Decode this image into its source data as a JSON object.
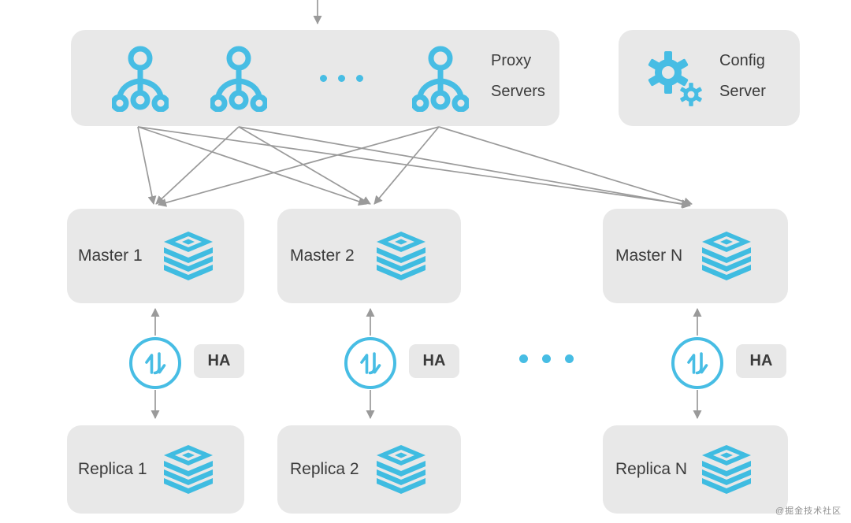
{
  "proxy_box": {
    "label": "Proxy Servers",
    "icon": "proxy-tree-icon",
    "visible_proxy_icons": 3,
    "ellipsis": "..."
  },
  "config_box": {
    "label": "Config Server",
    "icon": "gears-icon"
  },
  "masters": [
    {
      "label": "Master 1",
      "icon": "redis-stack-icon"
    },
    {
      "label": "Master 2",
      "icon": "redis-stack-icon"
    },
    {
      "label": "Master N",
      "icon": "redis-stack-icon"
    }
  ],
  "ha_nodes": [
    {
      "label": "HA",
      "icon": "sync-arrows-icon"
    },
    {
      "label": "HA",
      "icon": "sync-arrows-icon"
    },
    {
      "label": "HA",
      "icon": "sync-arrows-icon"
    }
  ],
  "ha_row_ellipsis": "...",
  "replicas": [
    {
      "label": "Replica 1",
      "icon": "redis-stack-icon"
    },
    {
      "label": "Replica 2",
      "icon": "redis-stack-icon"
    },
    {
      "label": "Replica N",
      "icon": "redis-stack-icon"
    }
  ],
  "watermark": "@掘金技术社区",
  "colors": {
    "accent_blue": "#47bde4",
    "box_gray": "#e8e8e8",
    "arrow_gray": "#9a9a9a",
    "text_dark": "#3b3b3b"
  }
}
